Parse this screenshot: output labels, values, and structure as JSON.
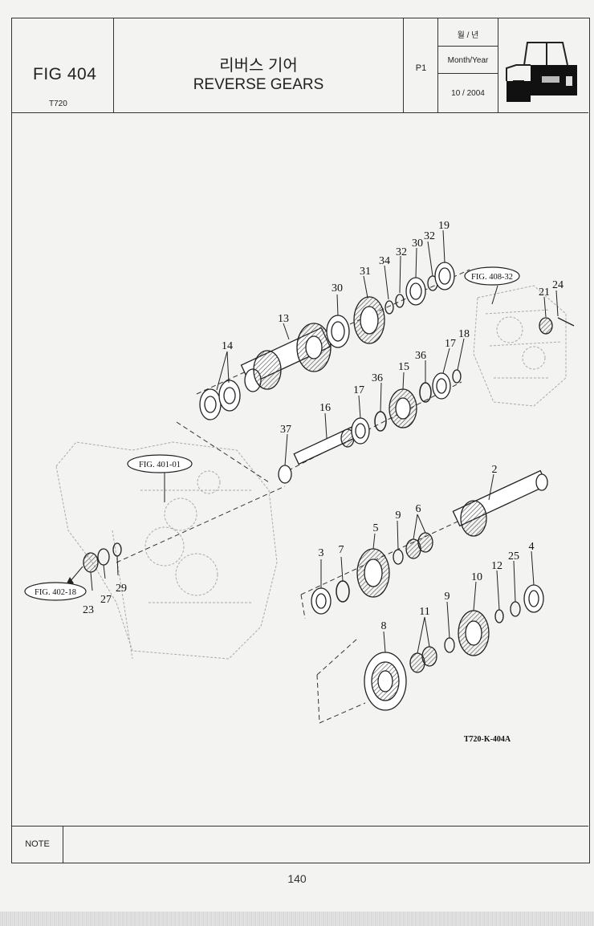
{
  "header": {
    "fig_number": "FIG 404",
    "model": "T720",
    "title_korean": "리버스 기어",
    "title_english": "REVERSE GEARS",
    "page_tag": "P1",
    "month_year_korean": "월 / 년",
    "month_year_label": "Month/Year",
    "month_year_value": "10 / 2004",
    "logo_icon": "tractor-icon"
  },
  "callouts": {
    "c2": "2",
    "c3": "3",
    "c4": "4",
    "c5": "5",
    "c6": "6",
    "c7": "7",
    "c8": "8",
    "c9a": "9",
    "c9b": "9",
    "c10": "10",
    "c11": "11",
    "c12": "12",
    "c13": "13",
    "c14": "14",
    "c15": "15",
    "c16": "16",
    "c17a": "17",
    "c17b": "17",
    "c18": "18",
    "c19": "19",
    "c21": "21",
    "c23": "23",
    "c24": "24",
    "c25": "25",
    "c27": "27",
    "c29": "29",
    "c30a": "30",
    "c30b": "30",
    "c31": "31",
    "c32a": "32",
    "c32b": "32",
    "c34": "34",
    "c36a": "36",
    "c36b": "36",
    "c37": "37"
  },
  "references": {
    "fig_408_32": "FIG. 408-32",
    "fig_401_01": "FIG. 401-01",
    "fig_402_18": "FIG. 402-18"
  },
  "drawing_code": "T720-K-404A",
  "note_label": "NOTE",
  "page_number": "140"
}
